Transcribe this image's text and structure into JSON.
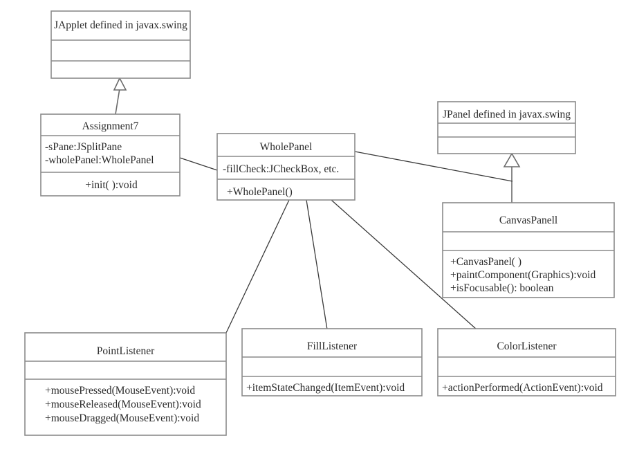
{
  "diagram": {
    "kind": "uml-class-diagram",
    "background_color": "#ffffff",
    "border_color": "#8a8a8a",
    "text_color": "#2b2b2b",
    "connector_color": "#3a3a3a",
    "classes": {
      "japplet": {
        "title": "JApplet defined in javax.swing",
        "attributes": [],
        "operations": []
      },
      "assignment7": {
        "title": "Assignment7",
        "attributes": [
          "-sPane:JSplitPane",
          "-wholePanel:WholePanel"
        ],
        "operations": [
          "+init( ):void"
        ]
      },
      "wholepanel": {
        "title": "WholePanel",
        "attributes": [
          "-fillCheck:JCheckBox, etc."
        ],
        "operations": [
          "+WholePanel()"
        ]
      },
      "jpanel": {
        "title": "JPanel defined in javax.swing",
        "attributes": [],
        "operations": []
      },
      "canvaspanel": {
        "title": "CanvasPanell",
        "attributes": [],
        "operations": [
          "+CanvasPanel( )",
          "+paintComponent(Graphics):void",
          "+isFocusable(): boolean"
        ]
      },
      "pointlistener": {
        "title": "PointListener",
        "attributes": [],
        "operations": [
          "+mousePressed(MouseEvent):void",
          "+mouseReleased(MouseEvent):void",
          "+mouseDragged(MouseEvent):void"
        ]
      },
      "filllistener": {
        "title": "FillListener",
        "attributes": [],
        "operations": [
          "+itemStateChanged(ItemEvent):void"
        ]
      },
      "colorlistener": {
        "title": "ColorListener",
        "attributes": [],
        "operations": [
          "+actionPerformed(ActionEvent):void"
        ]
      }
    },
    "relationships": [
      {
        "name": "assignment7-extends-japplet",
        "type": "generalization",
        "from": "assignment7",
        "to": "japplet"
      },
      {
        "name": "canvaspanel-extends-jpanel",
        "type": "generalization",
        "from": "canvaspanel",
        "to": "jpanel"
      },
      {
        "name": "assignment7-uses-wholepanel",
        "type": "association",
        "from": "assignment7",
        "to": "wholepanel"
      },
      {
        "name": "wholepanel-uses-canvaspanel",
        "type": "association",
        "from": "wholepanel",
        "to": "canvaspanel"
      },
      {
        "name": "wholepanel-uses-pointlistener",
        "type": "association",
        "from": "wholepanel",
        "to": "pointlistener"
      },
      {
        "name": "wholepanel-uses-filllistener",
        "type": "association",
        "from": "wholepanel",
        "to": "filllistener"
      },
      {
        "name": "wholepanel-uses-colorlistener",
        "type": "association",
        "from": "wholepanel",
        "to": "colorlistener"
      }
    ]
  }
}
